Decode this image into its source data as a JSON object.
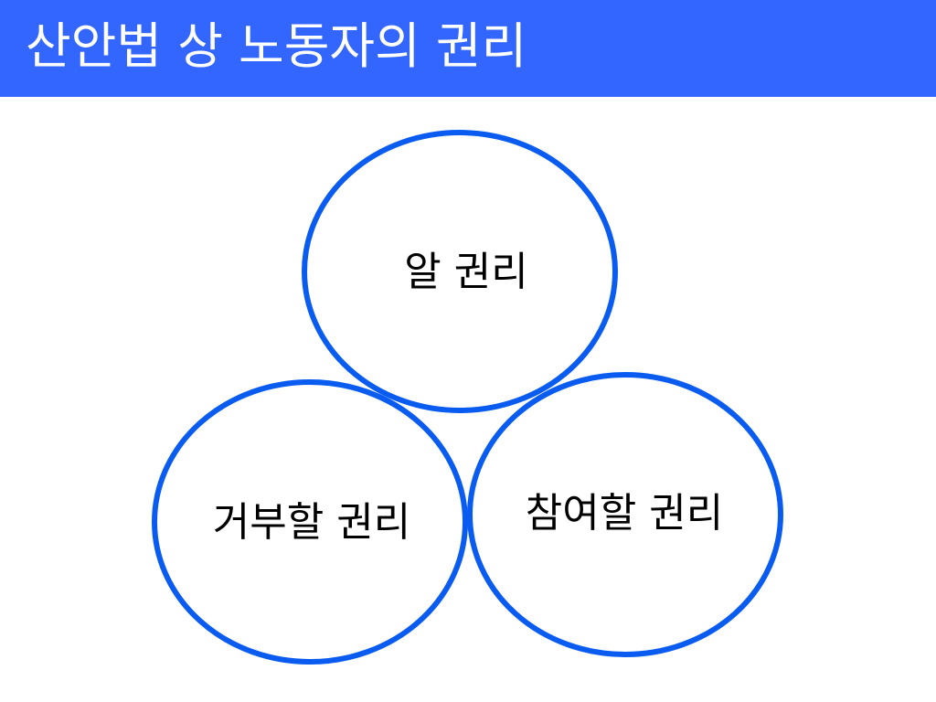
{
  "slide": {
    "title": "산안법 상 노동자의 권리"
  },
  "diagram": {
    "stroke_color": "#0a5cf0",
    "header_color": "#3366ff",
    "circles": [
      {
        "id": "know",
        "label": "알 권리"
      },
      {
        "id": "refuse",
        "label": "거부할 권리"
      },
      {
        "id": "participate",
        "label": "참여할 권리"
      }
    ]
  }
}
